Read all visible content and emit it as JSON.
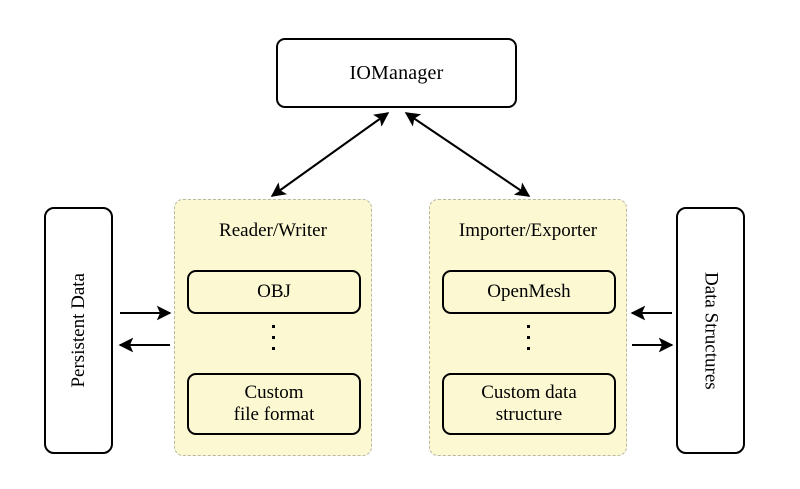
{
  "diagram": {
    "title_node": {
      "label": "IOManager"
    },
    "side_nodes": {
      "left": {
        "label": "Persistent Data"
      },
      "right": {
        "label": "Data Structures"
      }
    },
    "groups": [
      {
        "id": "reader-writer",
        "title": "Reader/Writer",
        "items": [
          {
            "label": "OBJ"
          },
          {
            "label": "Custom",
            "label_line2": "file format"
          }
        ],
        "ellipsis": "⋮"
      },
      {
        "id": "importer-exporter",
        "title": "Importer/Exporter",
        "items": [
          {
            "label": "OpenMesh"
          },
          {
            "label": "Custom data",
            "label_line2": "structure"
          }
        ],
        "ellipsis": "⋮"
      }
    ],
    "connections": [
      {
        "name": "iomanager-to-reader-writer",
        "type": "double-headed-arrow"
      },
      {
        "name": "iomanager-to-importer-exporter",
        "type": "double-headed-arrow"
      },
      {
        "name": "persistent-data-to-reader-writer",
        "type": "arrow-right"
      },
      {
        "name": "reader-writer-to-persistent-data",
        "type": "arrow-left"
      },
      {
        "name": "data-structures-to-importer-exporter",
        "type": "arrow-left"
      },
      {
        "name": "importer-exporter-to-data-structures",
        "type": "arrow-right"
      }
    ],
    "colors": {
      "panel_fill": "#fbf8d2",
      "panel_border": "#b8b8a8",
      "stroke": "#000000",
      "background": "#ffffff"
    }
  }
}
